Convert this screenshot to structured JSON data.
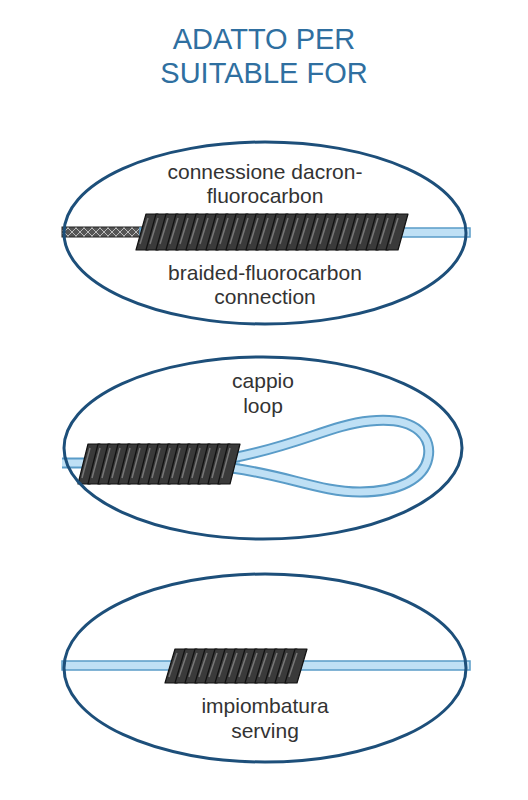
{
  "diagram": {
    "title": "ADATTO PER SUITABLE FOR",
    "nodes": [
      {
        "text": [
          "connessione dacron-fluorocarbon",
          "braided-fluorocarbon connection"
        ]
      },
      {
        "text": [
          "cappio",
          "loop"
        ]
      },
      {
        "text": [
          "impiombatura",
          "serving"
        ]
      }
    ]
  }
}
